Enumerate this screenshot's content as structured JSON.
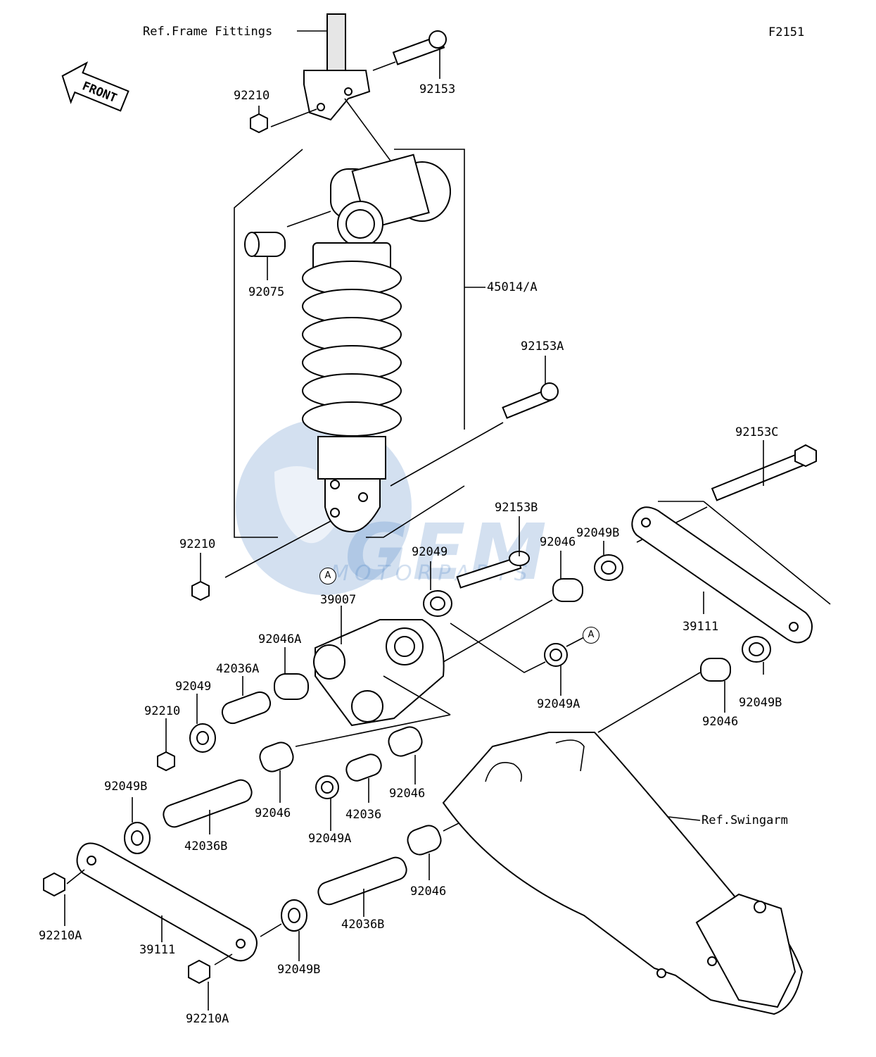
{
  "figure_id": "F2151",
  "front_label": "FRONT",
  "watermark": {
    "name": "GEM",
    "sub": "MOTORPARTS",
    "color": "#3a78c0"
  },
  "callouts": {
    "ref_frame": "Ref.Frame Fittings",
    "ref_swingarm": "Ref.Swingarm",
    "shock": "45014/A",
    "bolt_top": "92153",
    "nut_top": "92210",
    "collar_top": "92075",
    "nut_mid": "92210",
    "bolt_a": "92153A",
    "bolt_c": "92153C",
    "bolt_b": "92153B",
    "seal_b_top": "92049B",
    "bearing_top": "92046",
    "seal_mid": "92049",
    "rocker": "39007",
    "tie_rod_right": "39111",
    "seal_a_right": "92049A",
    "bearing_right": "92046",
    "seal_b_right": "92049B",
    "bearing_a": "92046A",
    "collar_a": "42036A",
    "seal_left": "92049",
    "nut_left": "92210",
    "seal_b_left": "92049B",
    "bearing_lower_left": "92046",
    "bearing_lower_right": "92046",
    "collar_b_left": "42036B",
    "seal_a_lower": "92049A",
    "collar_lower": "42036",
    "nut_a_left": "92210A",
    "tie_rod_left": "39111",
    "seal_b_bottom": "92049B",
    "nut_a_bottom": "92210A",
    "collar_b_bottom": "42036B",
    "bearing_bottom": "92046",
    "marker_a": "A"
  }
}
